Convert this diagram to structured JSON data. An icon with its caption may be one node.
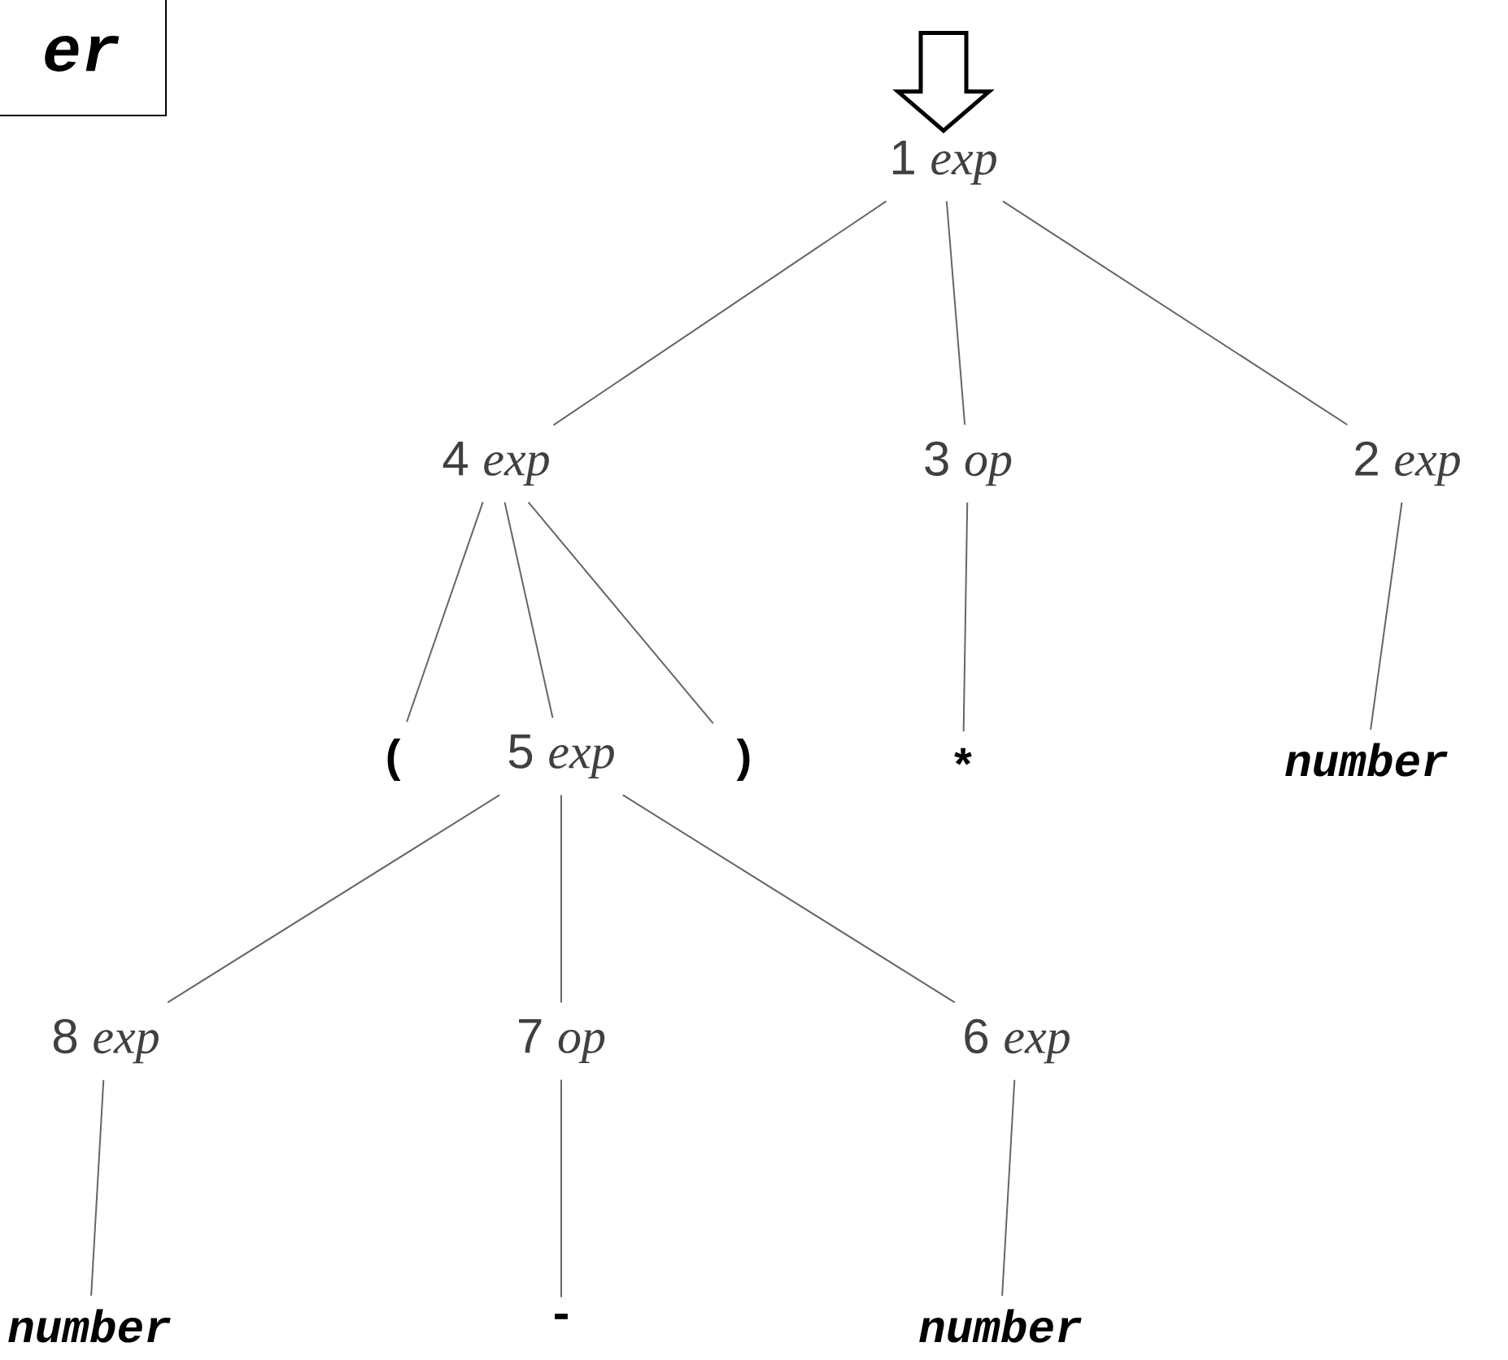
{
  "diagram": {
    "nodes": [
      {
        "text": [
          "er"
        ]
      },
      {
        "text": [
          "1 *exp*"
        ]
      },
      {
        "text": [
          "4 *exp*"
        ]
      },
      {
        "text": [
          "3 *op*"
        ]
      },
      {
        "text": [
          "2 *exp*"
        ]
      },
      {
        "text": [
          "("
        ]
      },
      {
        "text": [
          "5 *exp*"
        ]
      },
      {
        "text": [
          ")"
        ]
      },
      {
        "text": [
          "*"
        ]
      },
      {
        "text": [
          "number"
        ]
      },
      {
        "text": [
          "8 *exp*"
        ]
      },
      {
        "text": [
          "7 *op*"
        ]
      },
      {
        "text": [
          "6 *exp*"
        ]
      },
      {
        "text": [
          "number"
        ]
      },
      {
        "text": [
          "-"
        ]
      },
      {
        "text": [
          "number"
        ]
      }
    ],
    "edges": [
      {
        "from": null,
        "to": 1,
        "arrow": "to"
      },
      {
        "from": 1,
        "to": 2,
        "arrow": "none"
      },
      {
        "from": 1,
        "to": 3,
        "arrow": "none"
      },
      {
        "from": 1,
        "to": 4,
        "arrow": "none"
      },
      {
        "from": 2,
        "to": 5,
        "arrow": "none"
      },
      {
        "from": 2,
        "to": 6,
        "arrow": "none"
      },
      {
        "from": 2,
        "to": 7,
        "arrow": "none"
      },
      {
        "from": 3,
        "to": 8,
        "arrow": "none"
      },
      {
        "from": 4,
        "to": 9,
        "arrow": "none"
      },
      {
        "from": 6,
        "to": 10,
        "arrow": "none"
      },
      {
        "from": 6,
        "to": 11,
        "arrow": "none"
      },
      {
        "from": 6,
        "to": 12,
        "arrow": "none"
      },
      {
        "from": 10,
        "to": 13,
        "arrow": "none"
      },
      {
        "from": 11,
        "to": 14,
        "arrow": "none"
      },
      {
        "from": 12,
        "to": 15,
        "arrow": "none"
      }
    ]
  }
}
